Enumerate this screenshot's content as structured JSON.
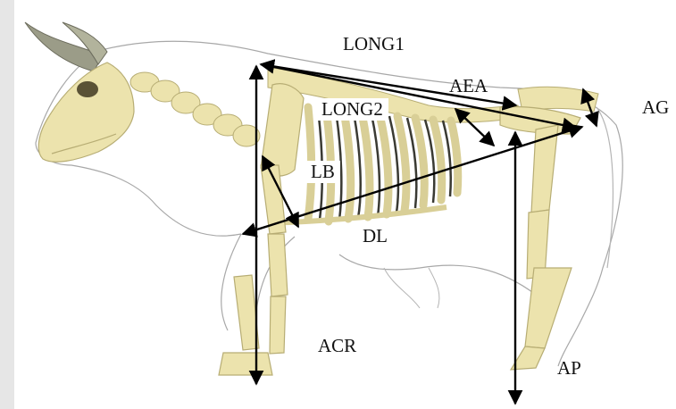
{
  "figure": {
    "labels": {
      "long1": "LONG1",
      "long2": "LONG2",
      "aea": "AEA",
      "ag": "AG",
      "lb": "LB",
      "dl": "DL",
      "acr": "ACR",
      "ap": "AP"
    },
    "colors": {
      "bone": "#ece3ad",
      "bone_shade": "#b7ad74",
      "outline": "#9a9a9a",
      "arrow": "#000000"
    }
  }
}
